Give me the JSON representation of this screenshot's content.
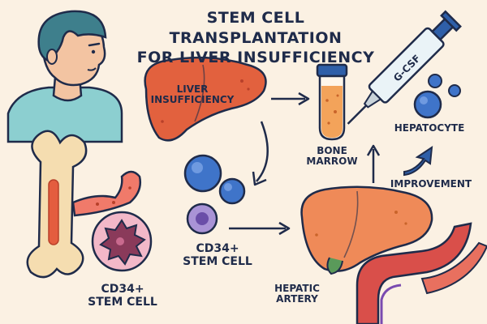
{
  "title": "STEM CELL TRANSPLANTATION\nFOR LIVER INSUFFICIENCY",
  "labels": {
    "liver_insufficiency": "LIVER\nINSUFFICIENCY",
    "bone_marrow": "BONE\nMARROW",
    "gcsf": "G-CSF",
    "hepatocyte": "HEPATOCYTE",
    "improvement": "IMPROVEMENT",
    "cd34_center": "CD34+\nSTEM CELL",
    "cd34_left": "CD34+\nSTEM CELL",
    "hepatic_artery": "HEPATIC\nARTERY"
  },
  "colors": {
    "background": "#fbf1e3",
    "outline": "#1f2b4a",
    "liver": "#e2613e",
    "liver_light": "#ef8a58",
    "skin": "#f3c4a2",
    "hair": "#3e7f8c",
    "shirt": "#8ccfd0",
    "bone": "#f5ddb0",
    "marrow": "#e45d3f",
    "stem_cell_blue": "#3f74c9",
    "stem_cell_purple": "#a993d6",
    "cell_pink": "#f2b8c8",
    "cell_core": "#8a3a5a",
    "artery": "#d94f4a",
    "tube_fill": "#f3a35a",
    "tube_cap": "#2f5fa8"
  }
}
